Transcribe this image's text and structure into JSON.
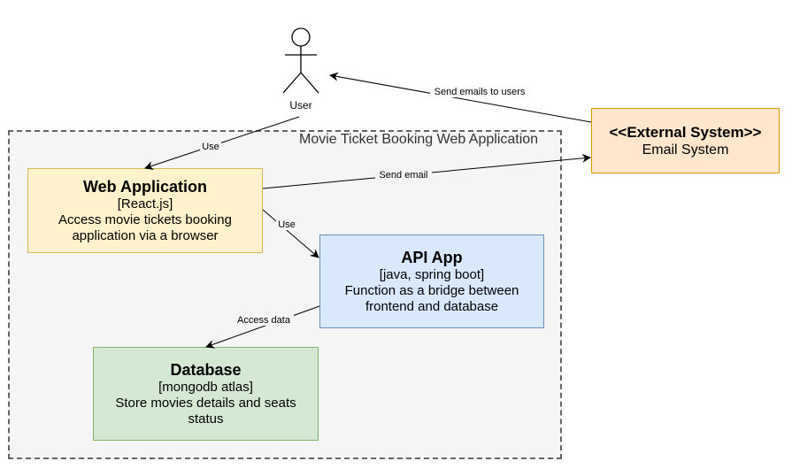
{
  "boundary": {
    "label": "Movie Ticket Booking Web Application"
  },
  "actor": {
    "label": "User"
  },
  "web_app": {
    "title": "Web Application",
    "tech": "[React.js]",
    "desc": "Access movie tickets booking application via a browser"
  },
  "api_app": {
    "title": "API App",
    "tech": "[java, spring boot]",
    "desc": "Function as a bridge between frontend and database"
  },
  "database": {
    "title": "Database",
    "tech": "[mongodb atlas]",
    "desc": "Store movies details and seats status"
  },
  "external": {
    "title": "<<External System>>",
    "name": "Email System"
  },
  "edges": {
    "send_emails_to_users": "Send emails to users",
    "user_use": "Use",
    "send_email": "Send email",
    "web_use": "Use",
    "access_data": "Access data"
  }
}
